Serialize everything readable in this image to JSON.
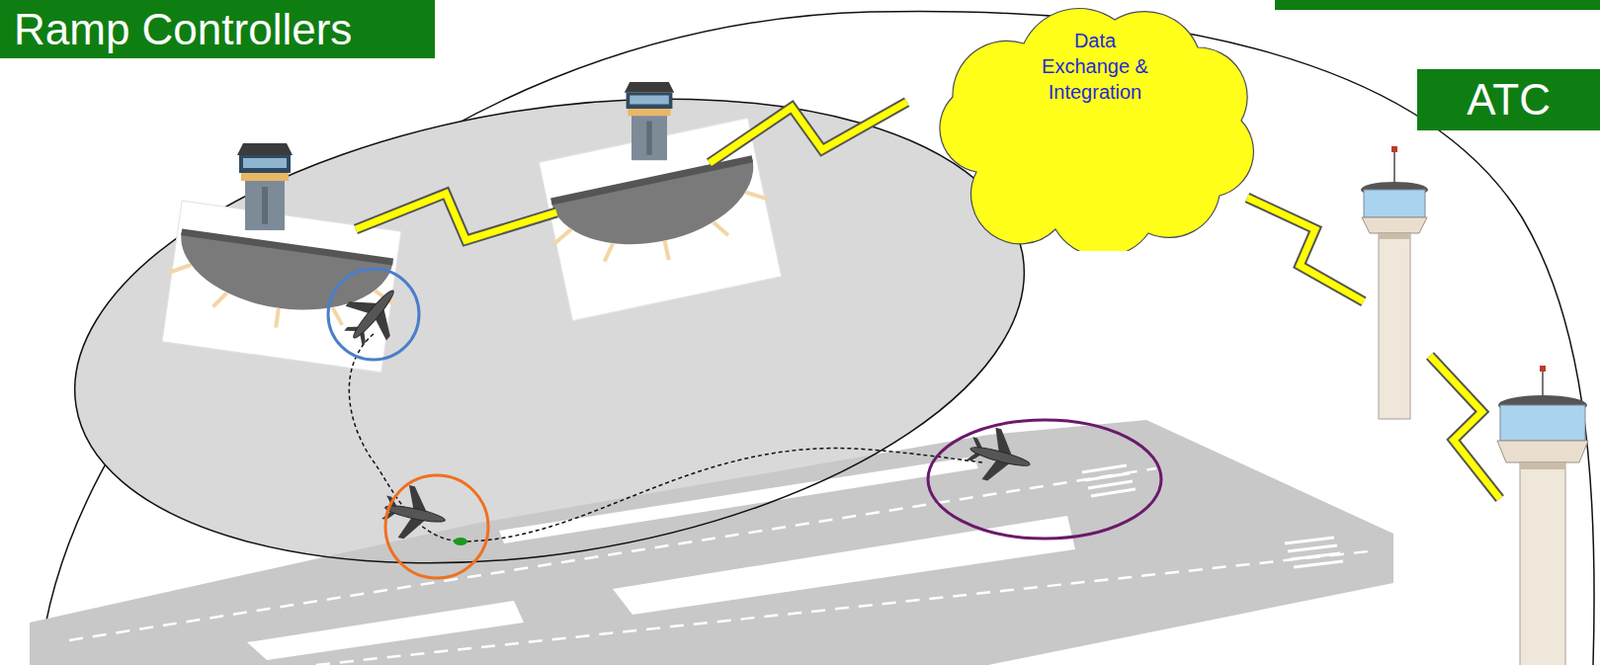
{
  "diagram": {
    "nodes": [
      {
        "text": [
          "Ramp Controllers"
        ]
      },
      {
        "text": [
          "Data Exchange & Integration"
        ]
      },
      {
        "text": [
          "ATC"
        ]
      }
    ]
  }
}
